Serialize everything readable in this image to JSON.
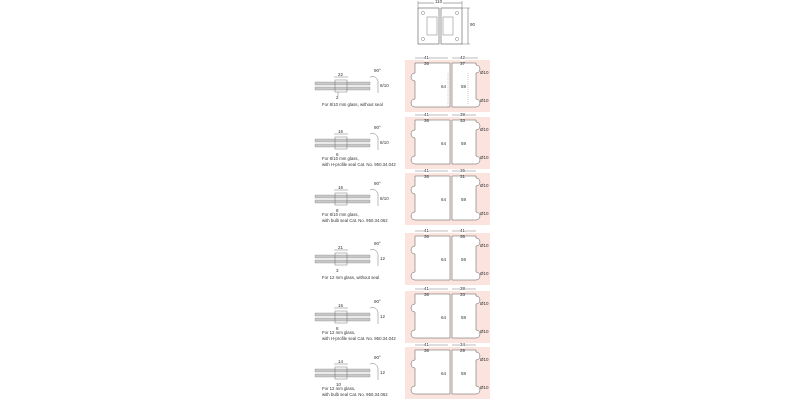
{
  "top_view": {
    "width_label": "110",
    "height_label": "90"
  },
  "colors": {
    "line": "#555555",
    "pink_bg": "#fbe3de",
    "glass": "#bfbfbf"
  },
  "rows": [
    {
      "caption_line1": "For 8/10 mm glass, without seal",
      "caption_line2": "",
      "section": {
        "top_dim": "22",
        "bottom_dim": "2",
        "angle": "90°",
        "thickness": "8/10"
      },
      "plan": {
        "left_outer": "41",
        "left_inner": "36",
        "right_outer": "42",
        "right_inner": "37",
        "h1": "64",
        "h2": "59",
        "d_top": "Ø10",
        "d_bottom": "Ø10"
      }
    },
    {
      "caption_line1": "For 8/10 mm glass,",
      "caption_line2": "with H-profile seal Cat. No. 950.34.042",
      "section": {
        "top_dim": "16",
        "bottom_dim": "6",
        "angle": "90°",
        "thickness": "8/10"
      },
      "plan": {
        "left_outer": "41",
        "left_inner": "36",
        "right_outer": "38",
        "right_inner": "33",
        "h1": "64",
        "h2": "59",
        "d_top": "Ø10",
        "d_bottom": "Ø10"
      }
    },
    {
      "caption_line1": "For 8/10 mm glass,",
      "caption_line2": "with bulb seal Cat. No. 950.34.062",
      "section": {
        "top_dim": "16",
        "bottom_dim": "8",
        "angle": "90°",
        "thickness": "8/10"
      },
      "plan": {
        "left_outer": "41",
        "left_inner": "36",
        "right_outer": "36",
        "right_inner": "31",
        "h1": "64",
        "h2": "59",
        "d_top": "Ø10",
        "d_bottom": "Ø10"
      }
    },
    {
      "caption_line1": "For 12 mm glass, without seal",
      "caption_line2": "",
      "section": {
        "top_dim": "21",
        "bottom_dim": "3",
        "angle": "90°",
        "thickness": "12"
      },
      "plan": {
        "left_outer": "41",
        "left_inner": "36",
        "right_outer": "41",
        "right_inner": "36",
        "h1": "64",
        "h2": "59",
        "d_top": "Ø10",
        "d_bottom": "Ø10"
      }
    },
    {
      "caption_line1": "For 12 mm glass,",
      "caption_line2": "with H-profile seal Cat. No. 950.34.042",
      "section": {
        "top_dim": "16",
        "bottom_dim": "8",
        "angle": "90°",
        "thickness": "12"
      },
      "plan": {
        "left_outer": "41",
        "left_inner": "36",
        "right_outer": "38",
        "right_inner": "33",
        "h1": "64",
        "h2": "59",
        "d_top": "Ø10",
        "d_bottom": "Ø10"
      }
    },
    {
      "caption_line1": "For 12 mm glass,",
      "caption_line2": "with bulb seal Cat. No. 950.34.062",
      "section": {
        "top_dim": "14",
        "bottom_dim": "10",
        "angle": "90°",
        "thickness": "12"
      },
      "plan": {
        "left_outer": "41",
        "left_inner": "36",
        "right_outer": "34",
        "right_inner": "29",
        "h1": "64",
        "h2": "59",
        "d_top": "Ø10",
        "d_bottom": "Ø10"
      }
    }
  ]
}
